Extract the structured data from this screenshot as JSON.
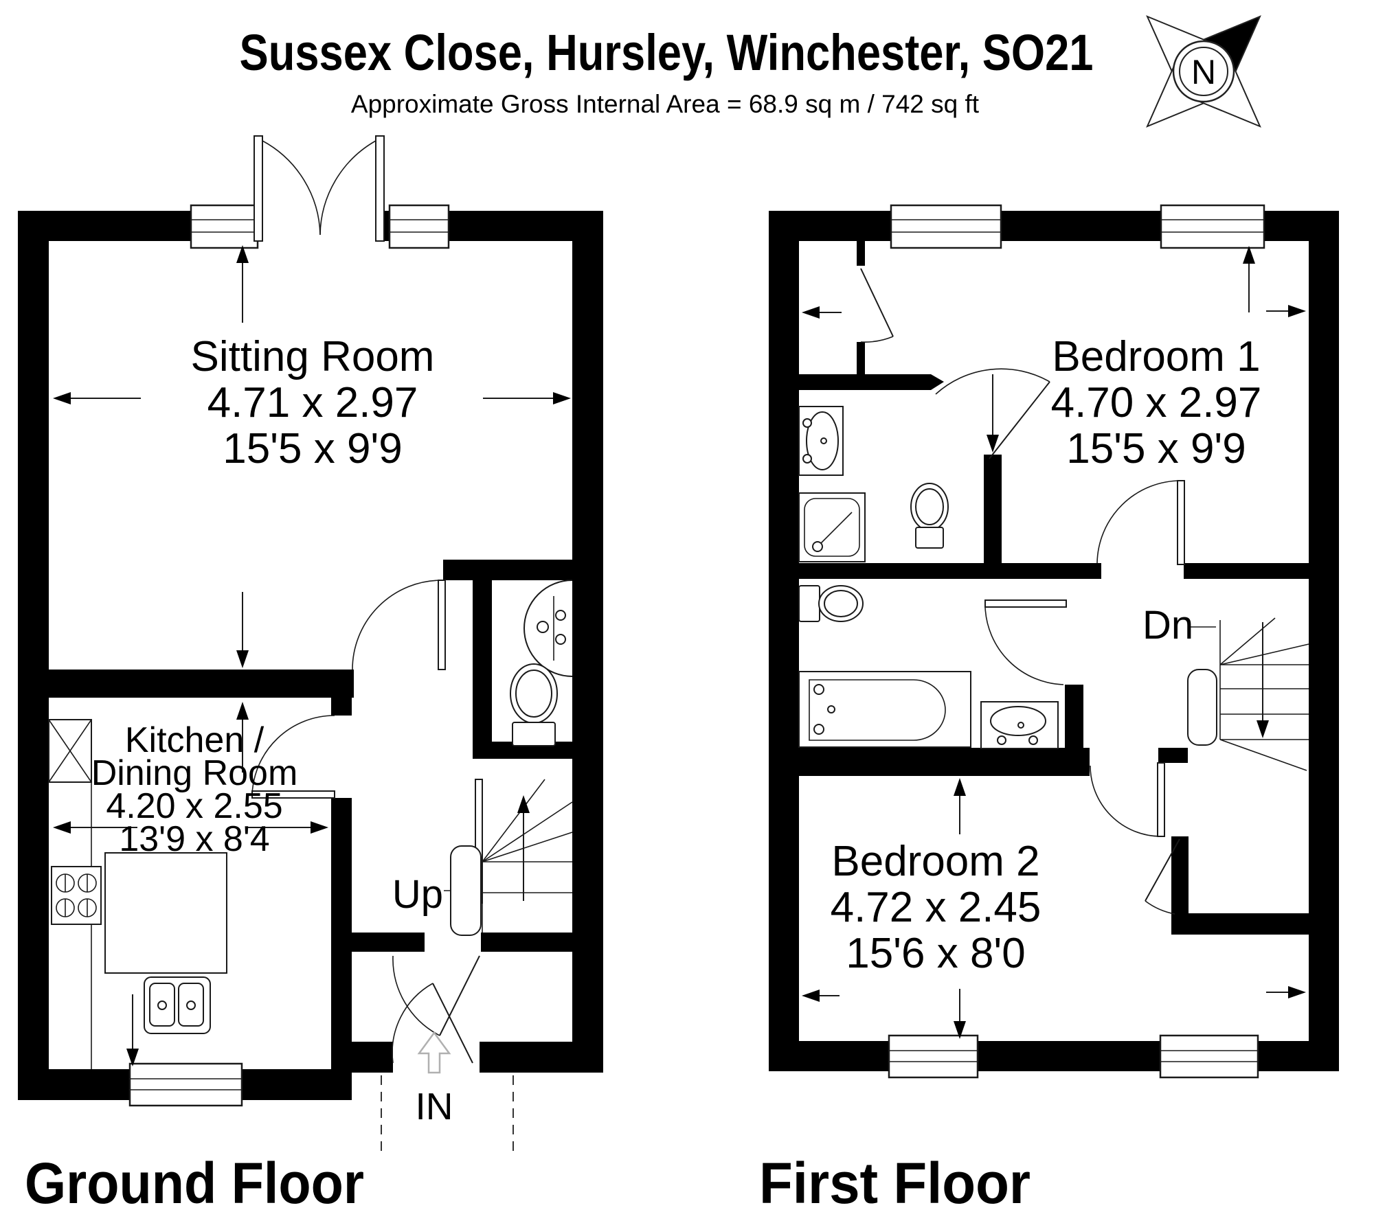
{
  "header": {
    "title": "Sussex Close, Hursley, Winchester, SO21",
    "subtitle": "Approximate Gross Internal Area = 68.9 sq m / 742 sq ft"
  },
  "compass": {
    "label": "N"
  },
  "ground_floor": {
    "label": "Ground Floor",
    "sitting_room": {
      "name": "Sitting Room",
      "metric": "4.71 x 2.97",
      "imperial": "15'5 x 9'9"
    },
    "kitchen_dining": {
      "name_line1": "Kitchen /",
      "name_line2": "Dining Room",
      "metric": "4.20 x 2.55",
      "imperial": "13'9 x 8'4"
    },
    "stairs_label": "Up",
    "entrance_label": "IN"
  },
  "first_floor": {
    "label": "First Floor",
    "bedroom_1": {
      "name": "Bedroom 1",
      "metric": "4.70 x 2.97",
      "imperial": "15'5 x 9'9"
    },
    "bedroom_2": {
      "name": "Bedroom 2",
      "metric": "4.72 x 2.45",
      "imperial": "15'6 x 8'0"
    },
    "stairs_label": "Dn"
  }
}
